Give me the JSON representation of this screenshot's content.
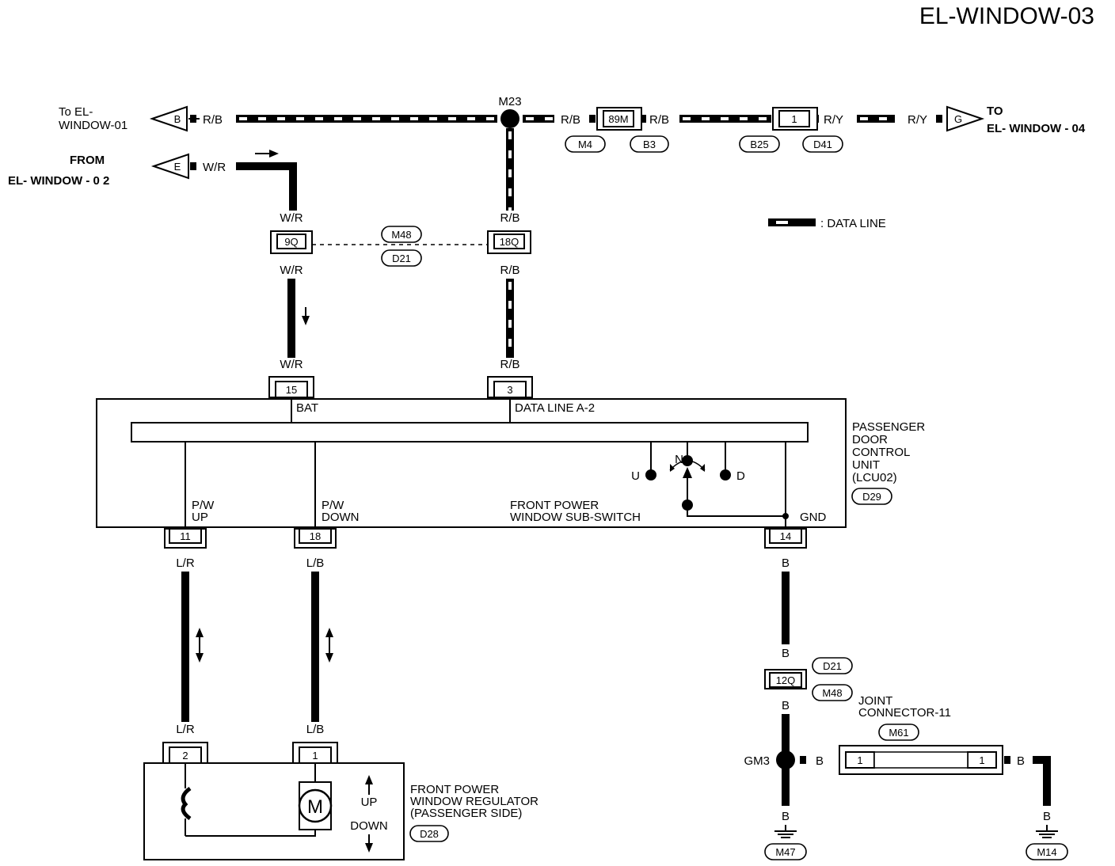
{
  "page_title": "EL-WINDOW-03",
  "refs": {
    "to_window_01_line1": "To EL-",
    "to_window_01_line2": "WINDOW-01",
    "from_window_02_line1": "FROM",
    "from_window_02_line2": "EL- WINDOW - 0 2",
    "to_window_04_line1": "TO",
    "to_window_04_line2": "EL- WINDOW - 04"
  },
  "arrows": {
    "b": "B",
    "e": "E",
    "g": "G"
  },
  "legend": {
    "data_line": ": DATA LINE"
  },
  "splices": {
    "m23": "M23",
    "gm3": "GM3"
  },
  "wires": {
    "rb": "R/B",
    "wr": "W/R",
    "ry": "R/Y",
    "lr": "L/R",
    "lb": "L/B",
    "b": "B"
  },
  "connectors": {
    "c89m": "89M",
    "c1": "1",
    "c9q": "9Q",
    "c18q": "18Q",
    "c15": "15",
    "c3": "3",
    "c11": "11",
    "c18": "18",
    "c14": "14",
    "c12q": "12Q",
    "c2": "2",
    "c1b": "1"
  },
  "tags": {
    "m4": "M4",
    "b3": "B3",
    "b25": "B25",
    "d41": "D41",
    "m48": "M48",
    "d21": "D21",
    "d29": "D29",
    "m61": "M61",
    "d28": "D28",
    "m47": "M47",
    "m14": "M14"
  },
  "control_unit": {
    "line1": "PASSENGER",
    "line2": "DOOR",
    "line3": "CONTROL",
    "line4": "UNIT",
    "line5": "(LCU02)",
    "bat": "BAT",
    "data_line_a2": "DATA LINE A-2",
    "pw_up_1": "P/W",
    "pw_up_2": "UP",
    "pw_down_1": "P/W",
    "pw_down_2": "DOWN",
    "switch_1": "FRONT POWER",
    "switch_2": "WINDOW SUB-SWITCH",
    "gnd": "GND",
    "sw_n": "N",
    "sw_u": "U",
    "sw_d": "D"
  },
  "joint": {
    "line1": "JOINT",
    "line2": "CONNECTOR-11"
  },
  "regulator": {
    "line1": "FRONT POWER",
    "line2": "WINDOW REGULATOR",
    "line3": "(PASSENGER SIDE)",
    "up": "UP",
    "down": "DOWN",
    "motor": "M"
  }
}
